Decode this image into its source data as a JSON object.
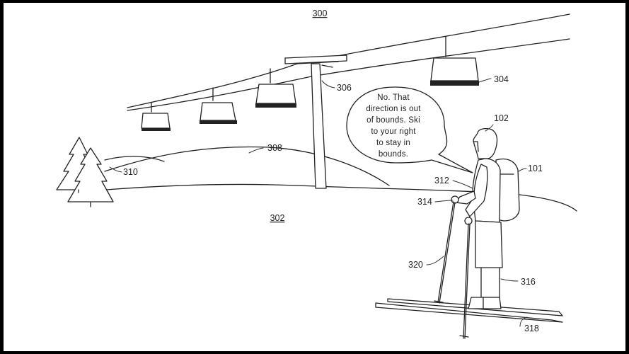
{
  "figure_number": "300",
  "labels": {
    "terrain": "302",
    "chairlift_chair": "304",
    "lift_tower": "306",
    "hill": "308",
    "trees": "310",
    "hand_grip": "312",
    "pole_grip": "314",
    "ski_boot": "316",
    "skis": "318",
    "ski_pole": "320",
    "skier": "102",
    "backpack": "101"
  },
  "speech_bubble": {
    "lines": [
      "No. That",
      "direction is out",
      "of bounds. Ski",
      "to your right",
      "to stay in",
      "bounds."
    ]
  }
}
